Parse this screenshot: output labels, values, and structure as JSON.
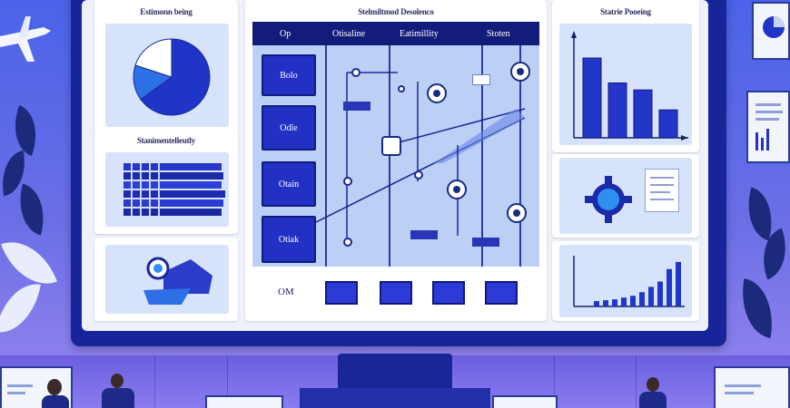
{
  "left_top_panel": {
    "title": "Estimonn being"
  },
  "left_mid_panel": {
    "title": "Stanimentelleutly"
  },
  "center_panel": {
    "title": "Stelmiltmod Desolenco",
    "columns": [
      "Op",
      "Otisaline",
      "Eatimillity",
      "Stoten"
    ],
    "rows": [
      "Bolo",
      "Odle",
      "Otain",
      "Otiak"
    ],
    "footer_label": "OM"
  },
  "right_top_panel": {
    "title": "Statrie Pooeing"
  },
  "pie_chart": {
    "slices": [
      0.65,
      0.15,
      0.2
    ],
    "colors": [
      "#1f35c8",
      "#2d6fe6",
      "#ffffff"
    ]
  },
  "right_bar_chart": {
    "values": [
      80,
      55,
      48,
      28
    ]
  },
  "right_small_bars": {
    "values": [
      6,
      7,
      8,
      10,
      12,
      16,
      22,
      28,
      42,
      50
    ]
  },
  "colors": {
    "accent": "#2230c4",
    "navy": "#131c7a",
    "background": "#4a63e8"
  }
}
